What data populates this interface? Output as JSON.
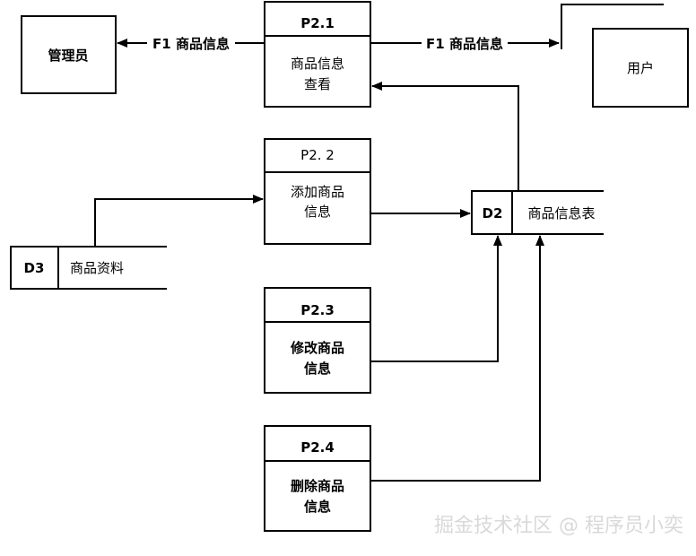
{
  "entities": {
    "admin": "管理员",
    "user": "用户"
  },
  "processes": [
    {
      "id": "P2.1",
      "lines": [
        "商品信息",
        "查看"
      ]
    },
    {
      "id": "P2. 2",
      "lines": [
        "添加商品",
        "信息"
      ]
    },
    {
      "id": "P2.3",
      "lines": [
        "修改商品",
        "信息"
      ]
    },
    {
      "id": "P2.4",
      "lines": [
        "删除商品",
        "信息"
      ]
    }
  ],
  "stores": {
    "d2": {
      "id": "D2",
      "name": "商品信息表"
    },
    "d3": {
      "id": "D3",
      "name": "商品资料"
    }
  },
  "flows": {
    "to_admin": "F1 商品信息",
    "to_user": "F1 商品信息"
  },
  "watermark": "掘金技术社区 @ 程序员小奕"
}
